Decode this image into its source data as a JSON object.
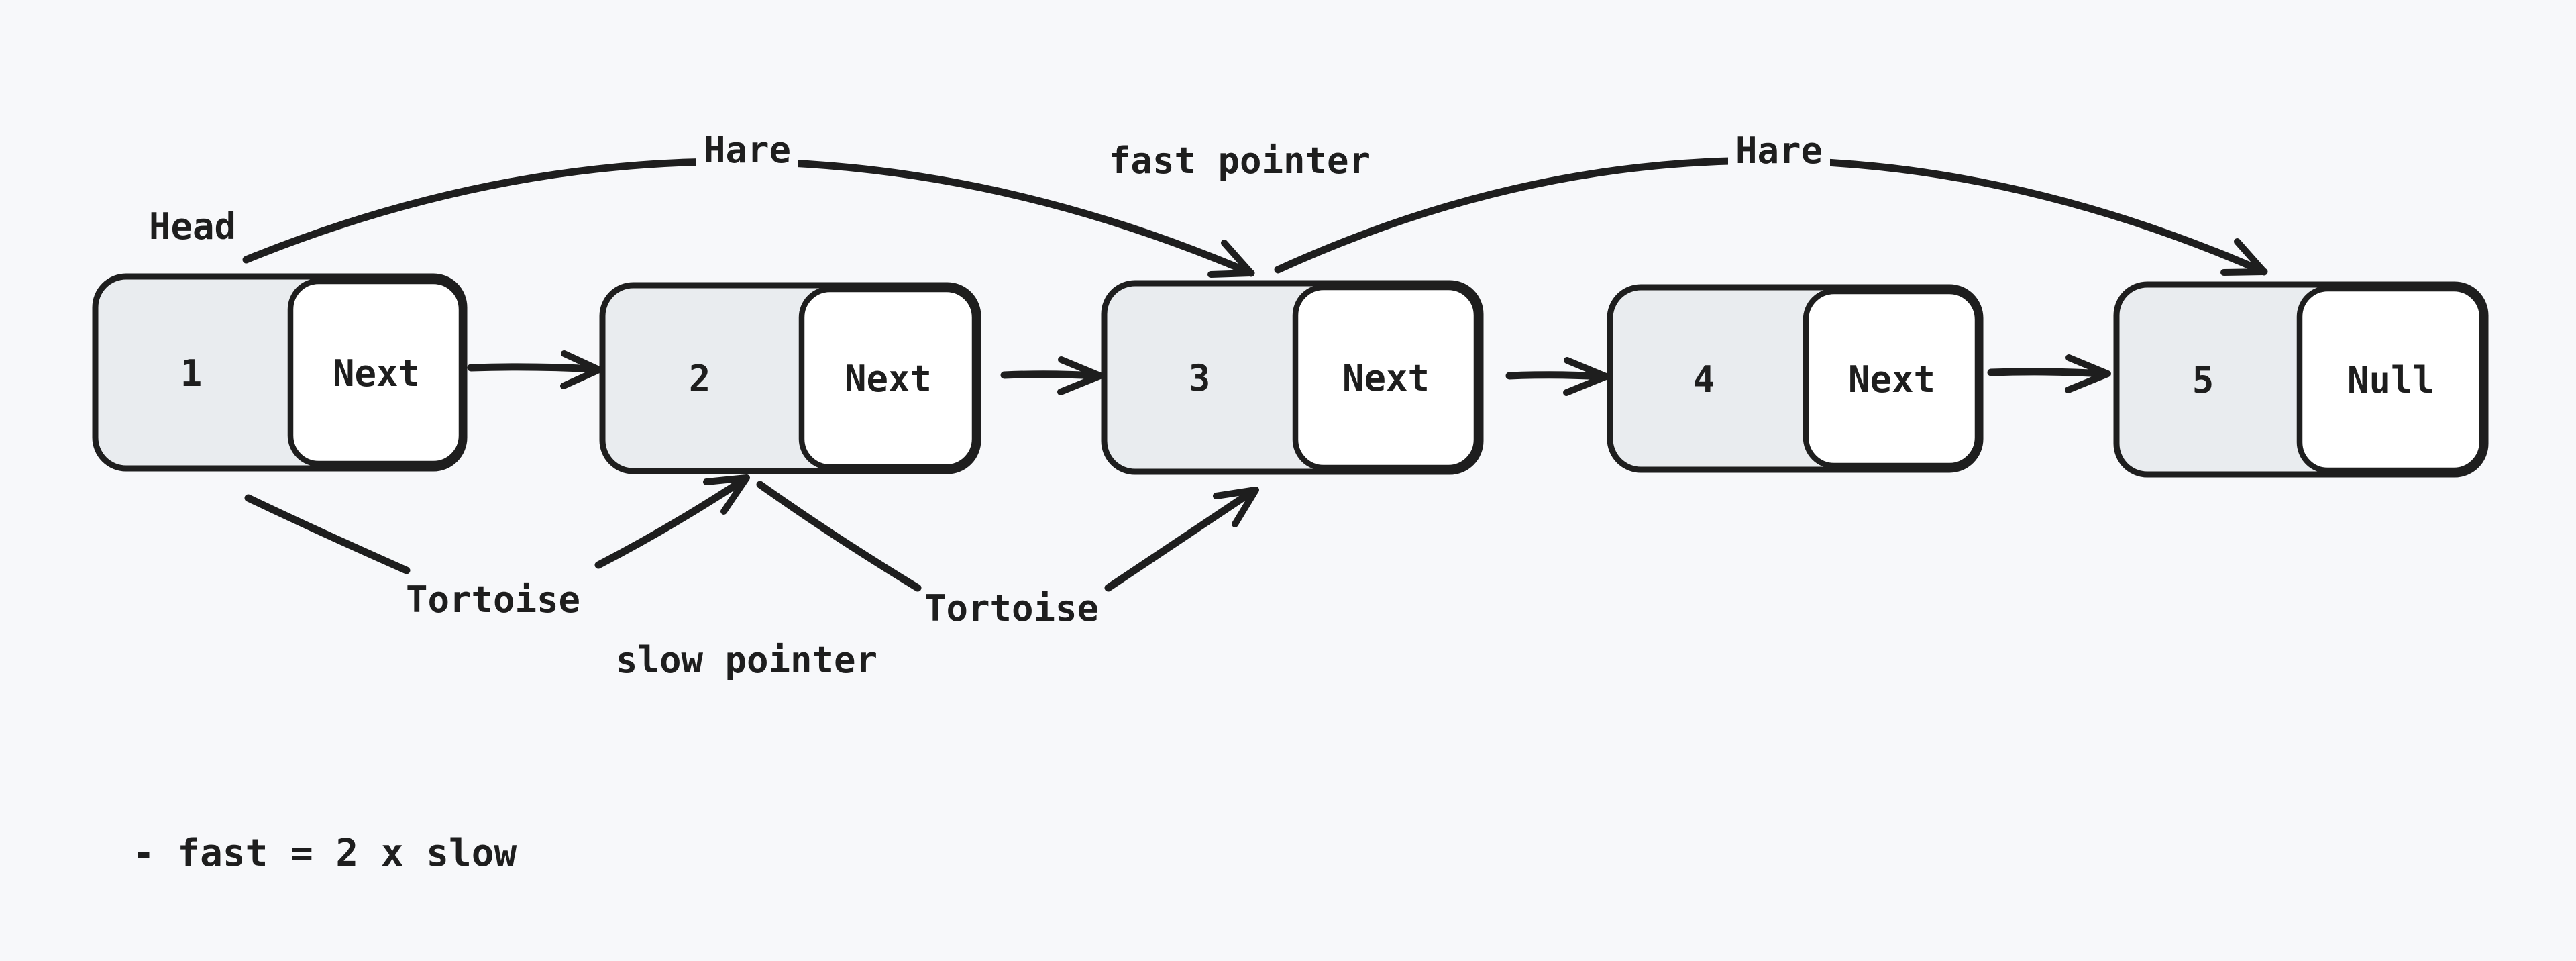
{
  "diagram": {
    "colors": {
      "background": "#f7f8fa",
      "ink": "#1e1e1e",
      "node_fill": "#e9ecef",
      "pointer_fill": "#ffffff"
    },
    "labels": {
      "head": "Head",
      "hare_left": "Hare",
      "hare_right": "Hare",
      "fast_pointer": "fast pointer",
      "tortoise_left": "Tortoise",
      "tortoise_right": "Tortoise",
      "slow_pointer": "slow pointer",
      "note": "- fast = 2 x slow"
    },
    "nodes": [
      {
        "value": "1",
        "pointer": "Next"
      },
      {
        "value": "2",
        "pointer": "Next"
      },
      {
        "value": "3",
        "pointer": "Next"
      },
      {
        "value": "4",
        "pointer": "Next"
      },
      {
        "value": "5",
        "pointer": "Null"
      }
    ]
  }
}
